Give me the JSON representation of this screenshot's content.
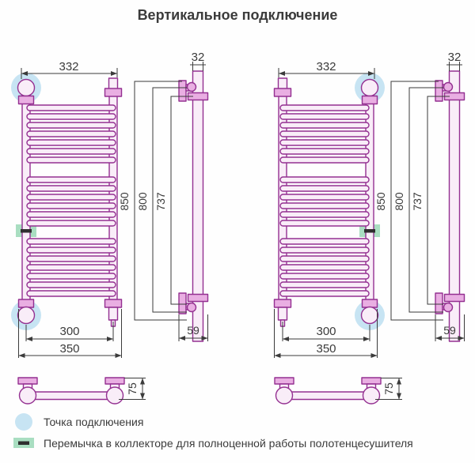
{
  "title": "Вертикальное подключение",
  "dims": {
    "width": "332",
    "depth": "32",
    "height_overall": "850",
    "height_connections": "800",
    "height_mount": "737",
    "pitch_connections": "300",
    "pitch_outer": "350",
    "wall_to_valve": "59",
    "wall_to_axis": "75"
  },
  "front_view": {
    "rung_groups": [
      7,
      6,
      7
    ]
  },
  "diagrams": [
    {
      "name": "left-connection",
      "connection_side": "left"
    },
    {
      "name": "right-connection",
      "connection_side": "right"
    }
  ],
  "legend": {
    "items": [
      {
        "name": "connection-point",
        "label": "Точка подключения"
      },
      {
        "name": "collector-jumper",
        "label": "Перемычка в коллекторе для полноценной работы полотенцесушителя"
      }
    ]
  },
  "colors": {
    "linework": "#943091",
    "linework_fill_light": "#F9EDF8",
    "linework_fill_mid": "#E9AEE2",
    "dimension": "#3b3b3b",
    "connection_highlight": "#C7E4F3",
    "jumper_highlight": "#A9DEC1",
    "jumper_dash": "#2f2f2f",
    "background": "#fefefe"
  }
}
